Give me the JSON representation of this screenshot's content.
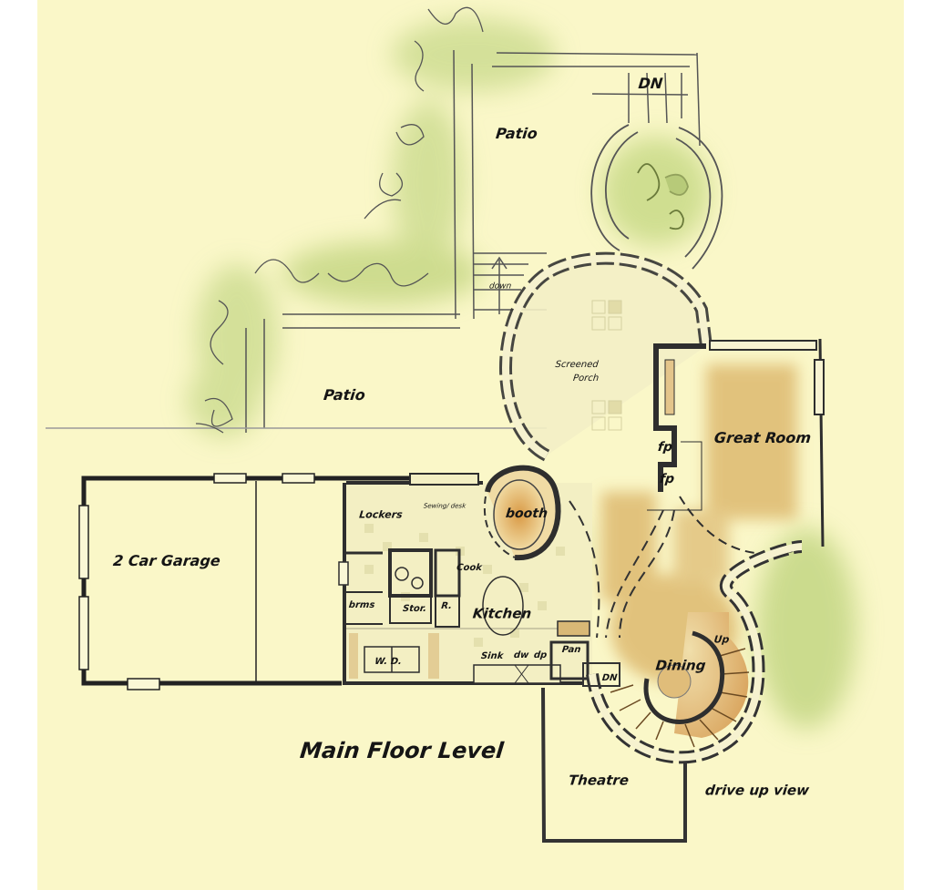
{
  "title": "Main Floor Level",
  "caption": "drive up view",
  "colors": {
    "paper": "#faf7c8",
    "margin": "#ffffff",
    "wall": "#2e2e2e",
    "landscape_green": "#c9d88e",
    "wood_floor": "#d9b56c",
    "stair_wood": "#d8a35c",
    "tile": "#e9e6b8",
    "tile_dark": "#d7d3a0",
    "ink": "#151515"
  },
  "rooms": {
    "patio_upper": "Patio",
    "patio_lower": "Patio",
    "stair_dn_top": "DN",
    "steps_down": "down",
    "screened_porch_line1": "Screened",
    "screened_porch_line2": "Porch",
    "great_room": "Great Room",
    "fireplace_1": "fp",
    "fireplace_2": "fp",
    "garage": "2 Car Garage",
    "lockers": "Lockers",
    "sewing_desk": "Sewing/ desk",
    "booth": "booth",
    "cook": "Cook",
    "bathrooms": "brms",
    "storage": "Stor.",
    "refrigerator": "R.",
    "kitchen": "Kitchen",
    "washer_dryer": "W. D.",
    "sink": "Sink",
    "dishwasher": "dw",
    "disposal": "dp",
    "pantry": "Pan",
    "stair_dn": "DN",
    "stair_up": "Up",
    "dining": "Dining",
    "theatre": "Theatre"
  }
}
